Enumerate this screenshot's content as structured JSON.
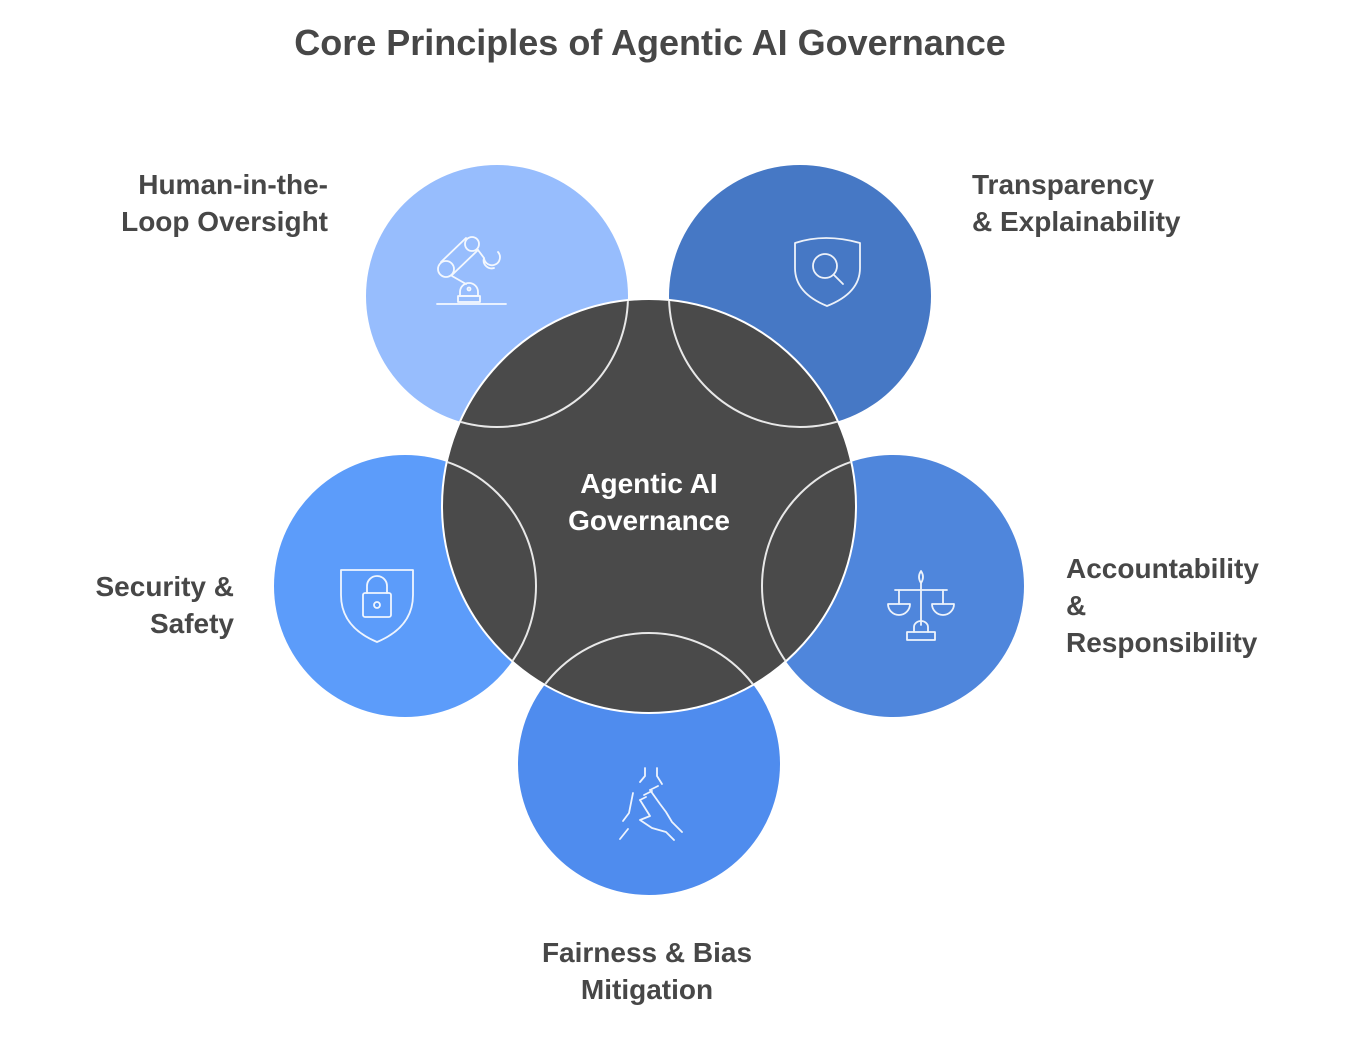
{
  "title": "Core Principles of Agentic AI Governance",
  "center": {
    "line1": "Agentic AI",
    "line2": "Governance",
    "color": "#4a4a4a"
  },
  "principles": [
    {
      "line1": "Human-in-the-",
      "line2": "Loop Oversight",
      "icon": "robot-arm-icon",
      "color": "#97bdfd"
    },
    {
      "line1": "Transparency",
      "line2": "& Explainability",
      "icon": "shield-search-icon",
      "color": "#4678c5"
    },
    {
      "line1": "Accountability",
      "line2": "&",
      "line3": "Responsibility",
      "icon": "scales-icon",
      "color": "#4f86dc"
    },
    {
      "line1": "Fairness & Bias",
      "line2": "Mitigation",
      "icon": "helping-hand-icon",
      "color": "#4f8cee"
    },
    {
      "line1": "Security &",
      "line2": "Safety",
      "icon": "shield-lock-icon",
      "color": "#5c9cfa"
    }
  ]
}
